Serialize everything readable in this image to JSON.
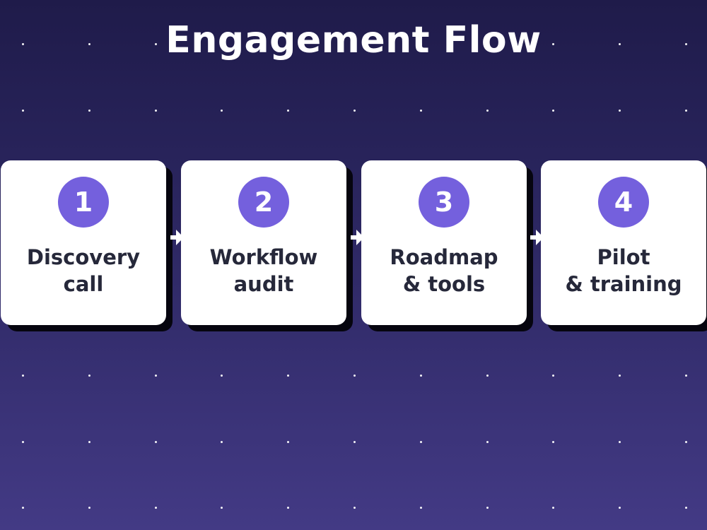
{
  "title": "Engagement Flow",
  "colors": {
    "background_top": "#1f1b4a",
    "background_bottom": "#433a85",
    "card": "#ffffff",
    "badge": "#7460dd",
    "label_text": "#26283a",
    "card_shadow": "#06050f"
  },
  "steps": [
    {
      "number": "1",
      "line1": "Discovery",
      "line2": "call"
    },
    {
      "number": "2",
      "line1": "Workflow",
      "line2": "audit"
    },
    {
      "number": "3",
      "line1": "Roadmap",
      "line2": "& tools"
    },
    {
      "number": "4",
      "line1": "Pilot",
      "line2": "& training"
    }
  ],
  "connector_icon": "arrow-right-icon"
}
